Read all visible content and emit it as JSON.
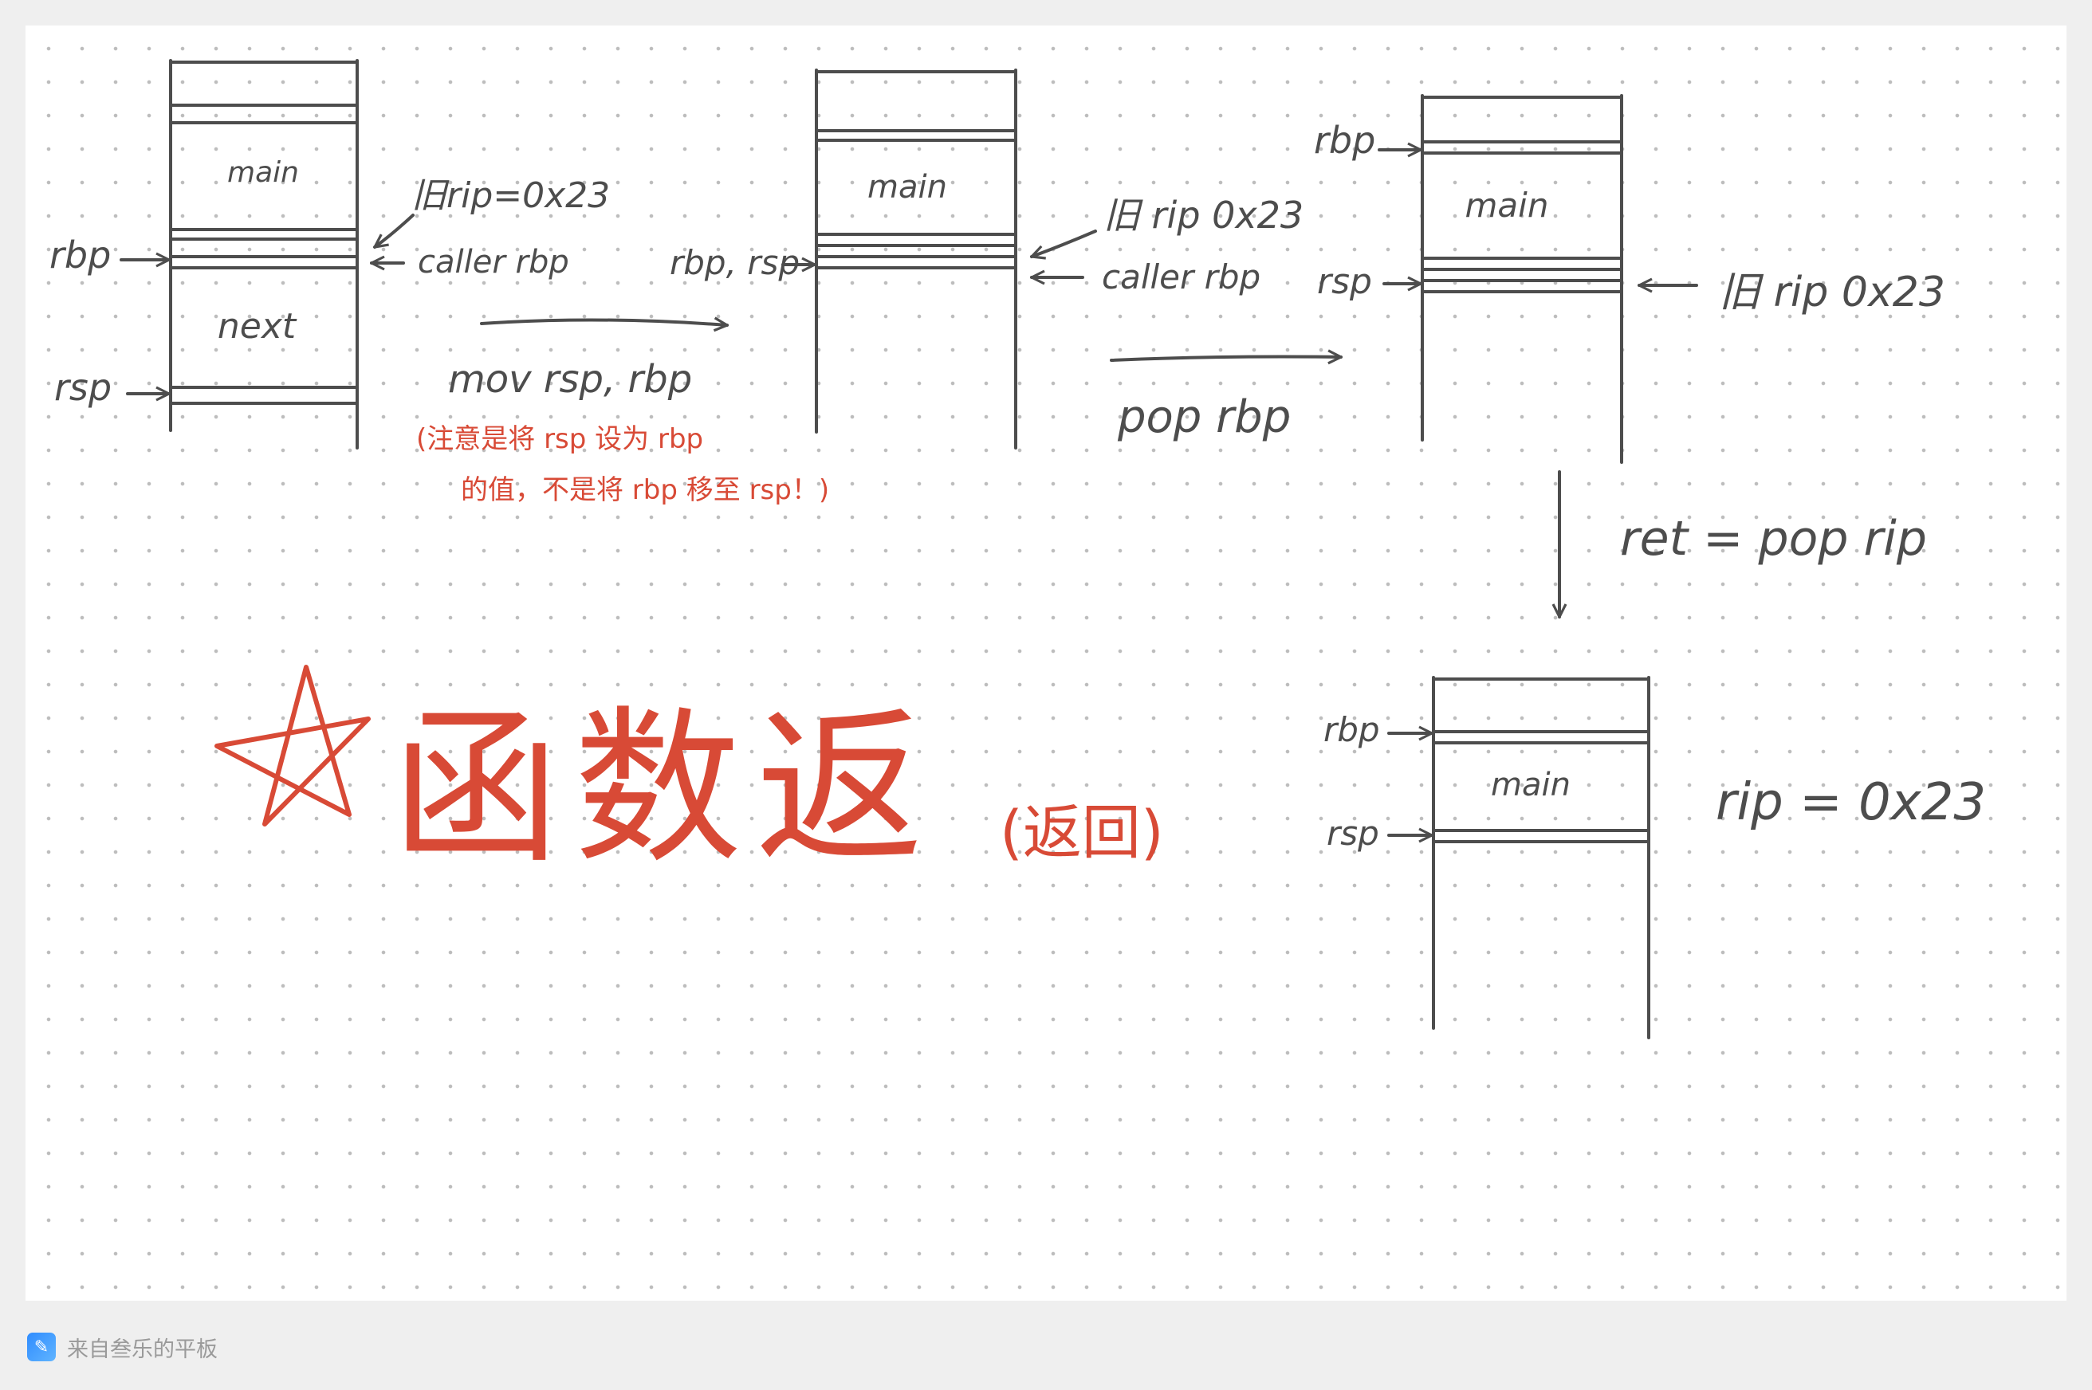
{
  "diagram": {
    "stack1": {
      "frame_top": "main",
      "frame_bottom": "next",
      "label_rbp": "rbp",
      "label_rsp": "rsp",
      "annot_old_rip": "旧rip=0x23",
      "annot_caller": "caller rbp"
    },
    "step1": {
      "instruction": "mov rsp, rbp",
      "note_line1": "(注意是将 rsp 设为 rbp",
      "note_line2": "的值，不是将 rbp 移至 rsp！)"
    },
    "stack2": {
      "frame": "main",
      "label_rbp_rsp": "rbp, rsp",
      "annot_old_rip": "旧 rip 0x23",
      "annot_caller": "caller rbp"
    },
    "step2": {
      "instruction": "pop rbp"
    },
    "stack3": {
      "frame": "main",
      "label_rbp": "rbp",
      "label_rsp": "rsp",
      "annot_old_rip": "旧 rip 0x23"
    },
    "step3": {
      "instruction": "ret = pop rip"
    },
    "stack4": {
      "frame": "main",
      "label_rbp": "rbp",
      "label_rsp": "rsp",
      "annot_rip": "rip = 0x23"
    },
    "heading": {
      "title": "函数返",
      "subtitle": "(返回)"
    }
  },
  "footer": {
    "source": "来自叁乐的平板",
    "icon": "notes-app-icon"
  },
  "colors": {
    "ink": "#4d4d4d",
    "red": "#d84a36",
    "paper": "#ffffff",
    "background": "#efefef"
  }
}
